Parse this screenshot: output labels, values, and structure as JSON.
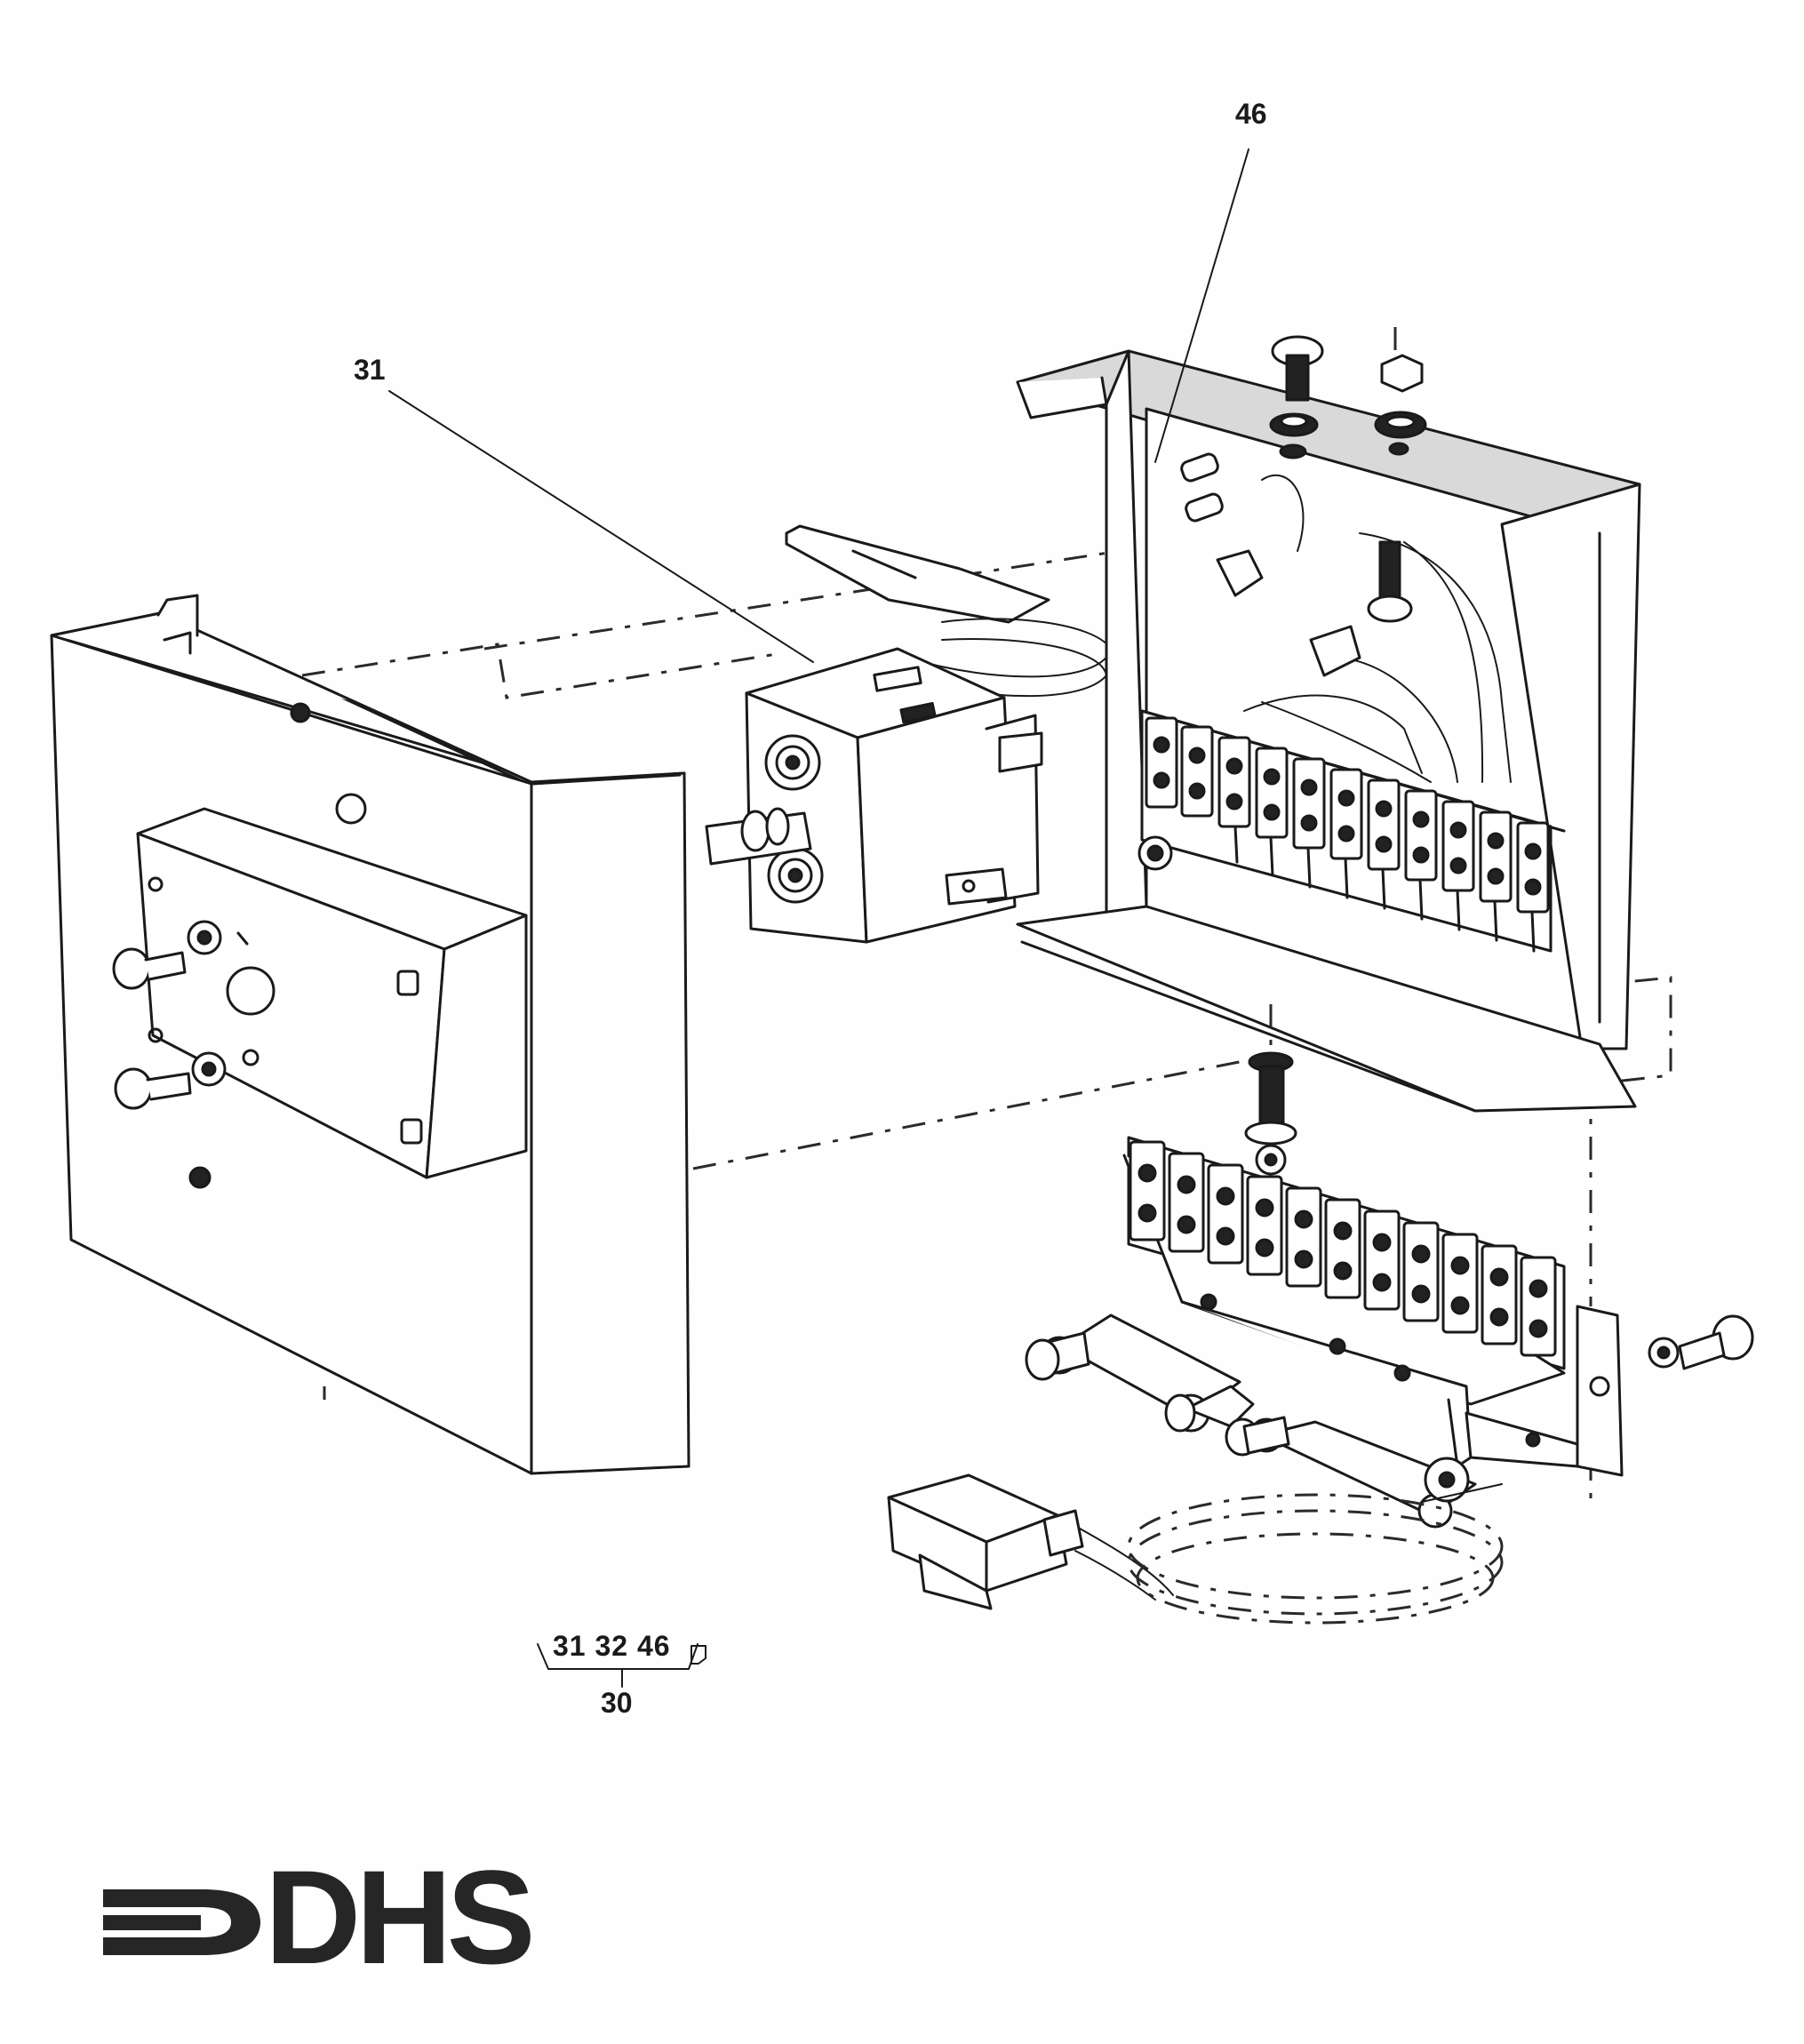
{
  "callouts": {
    "part_46": "46",
    "part_31": "31"
  },
  "assembly": {
    "parts": "31 32 46",
    "label": "30"
  },
  "brand": {
    "name": "DHS"
  },
  "colors": {
    "ink": "#1a1a1a",
    "paper": "#fefefe",
    "shade": "#d9d9d9"
  }
}
